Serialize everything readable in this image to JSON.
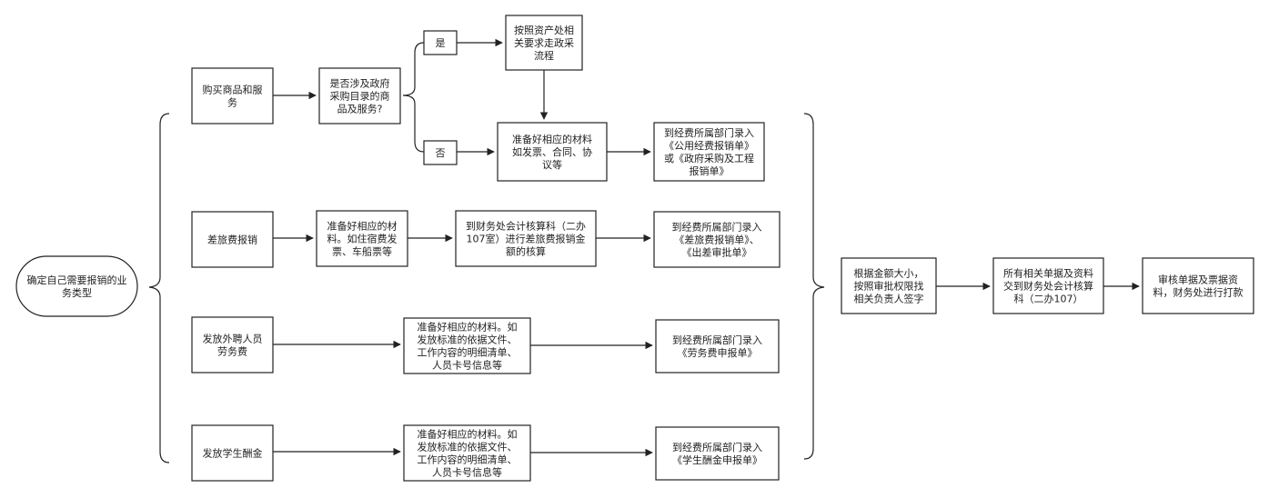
{
  "start": [
    "确定自己需要报销的业",
    "务类型"
  ],
  "purchase": {
    "category": [
      "购买商品和服",
      "务"
    ],
    "question": [
      "是否涉及政府",
      "采购目录的商",
      "品及服务?"
    ],
    "yes_label": [
      "是"
    ],
    "no_label": [
      "否"
    ],
    "asset_process": [
      "按照资产处相",
      "关要求走政采",
      "流程"
    ],
    "prepare": [
      "准备好相应的材料",
      "如发票、合同、协",
      "议等"
    ],
    "entry": [
      "到经费所属部门录入",
      "《公用经费报销单》",
      "或《政府采购及工程",
      "报销单》"
    ]
  },
  "travel": {
    "category": [
      "差旅费报销"
    ],
    "prepare": [
      "准备好相应的材",
      "料。如住宿费发",
      "票、车船票等"
    ],
    "accounting": [
      "到财务处会计核算科（二办",
      "107室）进行差旅费报销金",
      "额的核算"
    ],
    "entry": [
      "到经费所属部门录入",
      "《差旅费报销单》、",
      "《出差审批单》"
    ]
  },
  "external_staff": {
    "category": [
      "发放外聘人员",
      "劳务费"
    ],
    "prepare": [
      "准备好相应的材料。如",
      "发放标准的依据文件、",
      "工作内容的明细清单、",
      "人员卡号信息等"
    ],
    "entry": [
      "到经费所属部门录入",
      "《劳务费申报单》"
    ]
  },
  "student_pay": {
    "category": [
      "发放学生酬金"
    ],
    "prepare": [
      "准备好相应的材料。如",
      "发放标准的依据文件、",
      "工作内容的明细清单、",
      "人员卡号信息等"
    ],
    "entry": [
      "到经费所属部门录入",
      "《学生酬金申报单》"
    ]
  },
  "sign": [
    "根据金额大小，",
    "按照审批权限找",
    "相关负责人签字"
  ],
  "submit": [
    "所有相关单据及资料",
    "交到财务处会计核算",
    "科（二办107）"
  ],
  "payment": [
    "审核单据及票据资",
    "料，财务处进行打款"
  ]
}
